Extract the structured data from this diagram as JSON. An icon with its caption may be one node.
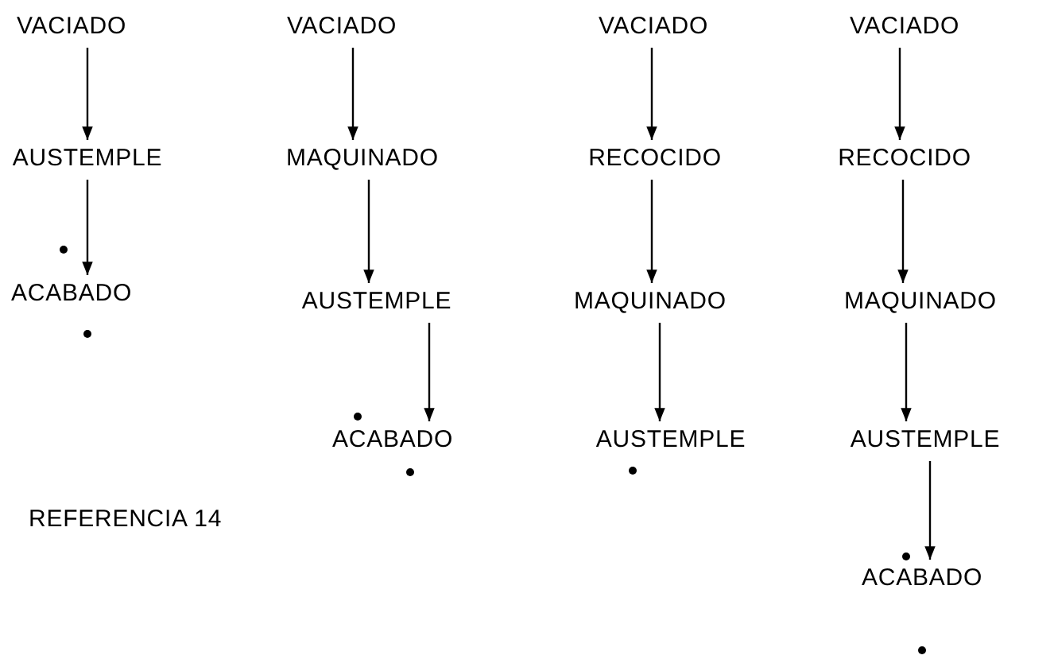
{
  "diagram": {
    "nodes": [
      {
        "text": [
          "VACIADO"
        ]
      },
      {
        "text": [
          "AUSTEMPLE"
        ]
      },
      {
        "text": [
          "ACABADO"
        ]
      },
      {
        "text": [
          "VACIADO"
        ]
      },
      {
        "text": [
          "MAQUINADO"
        ]
      },
      {
        "text": [
          "AUSTEMPLE"
        ]
      },
      {
        "text": [
          "ACABADO"
        ]
      },
      {
        "text": [
          "VACIADO"
        ]
      },
      {
        "text": [
          "RECOCIDO"
        ]
      },
      {
        "text": [
          "MAQUINADO"
        ]
      },
      {
        "text": [
          "AUSTEMPLE"
        ]
      },
      {
        "text": [
          "VACIADO"
        ]
      },
      {
        "text": [
          "RECOCIDO"
        ]
      },
      {
        "text": [
          "MAQUINADO"
        ]
      },
      {
        "text": [
          "AUSTEMPLE"
        ]
      },
      {
        "text": [
          "ACABADO"
        ]
      }
    ],
    "edges": [
      {
        "from": 0,
        "to": 1,
        "arrow": "to"
      },
      {
        "from": 1,
        "to": 2,
        "arrow": "to"
      },
      {
        "from": 3,
        "to": 4,
        "arrow": "to"
      },
      {
        "from": 4,
        "to": 5,
        "arrow": "to"
      },
      {
        "from": 5,
        "to": 6,
        "arrow": "to"
      },
      {
        "from": 7,
        "to": 8,
        "arrow": "to"
      },
      {
        "from": 8,
        "to": 9,
        "arrow": "to"
      },
      {
        "from": 9,
        "to": 10,
        "arrow": "to"
      },
      {
        "from": 11,
        "to": 12,
        "arrow": "to"
      },
      {
        "from": 12,
        "to": 13,
        "arrow": "to"
      },
      {
        "from": 13,
        "to": 14,
        "arrow": "to"
      },
      {
        "from": 14,
        "to": 15,
        "arrow": "to"
      }
    ],
    "labels": [
      "REFERENCIA 14"
    ]
  }
}
